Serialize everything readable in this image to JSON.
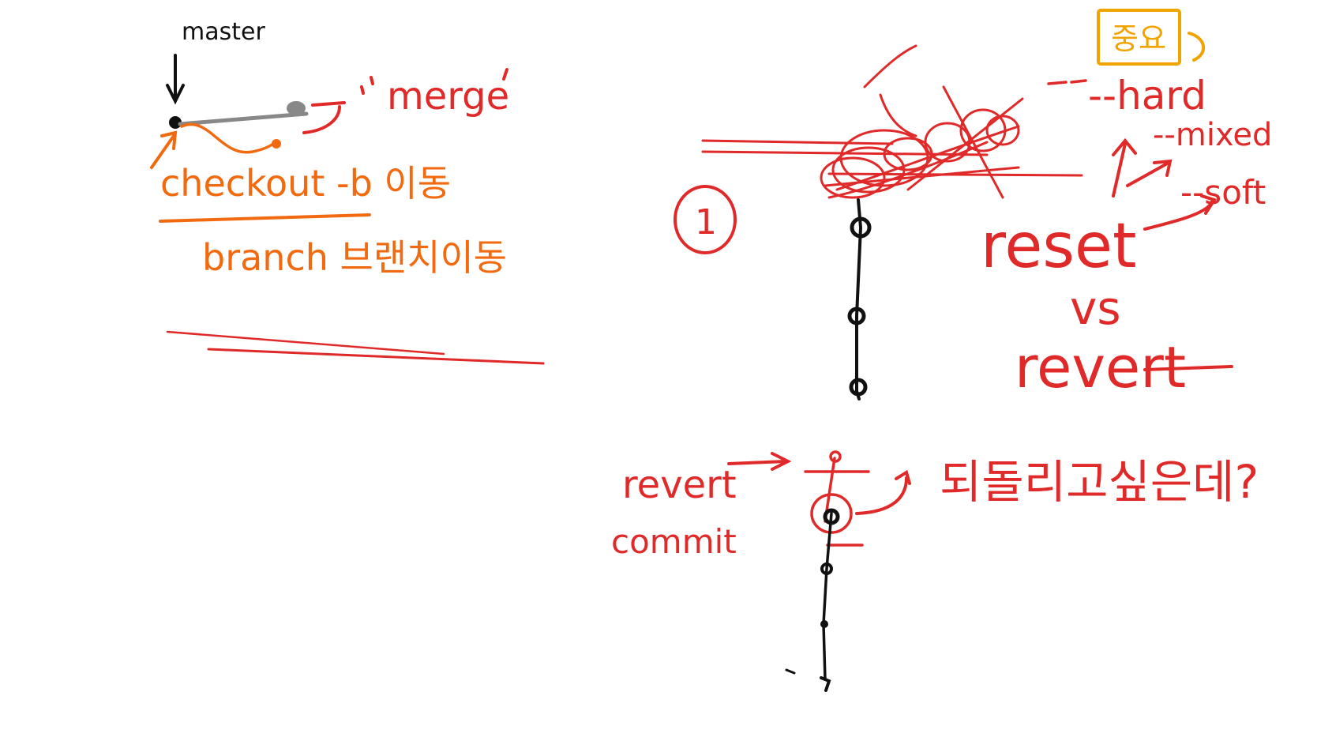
{
  "colors": {
    "red": "#e02a2a",
    "orange": "#f26a10",
    "amber": "#f0a400",
    "black": "#111111",
    "gray": "#888888"
  },
  "left": {
    "master_label": "master",
    "merge_label": "merge",
    "checkout_label": "checkout -b 이동",
    "branch_label": "branch 브랜치이동"
  },
  "right": {
    "circle_number": "1",
    "important_label": "중요",
    "reset_options": [
      "--hard",
      "--mixed",
      "--soft"
    ],
    "reset_label": "reset",
    "vs_label": "vs",
    "revert_label": "revert",
    "revert_commit_label_1": "revert",
    "revert_commit_label_2": "commit",
    "question_label": "되돌리고싶은데?"
  }
}
